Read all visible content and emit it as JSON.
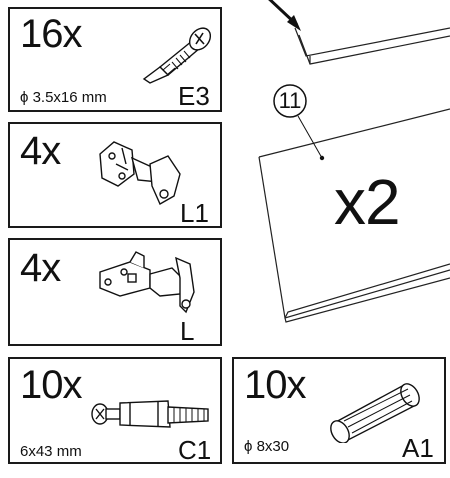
{
  "parts": [
    {
      "id": "E3",
      "qty": "16x",
      "dim": "ϕ 3.5x16 mm",
      "icon": "screw-icon"
    },
    {
      "id": "L1",
      "qty": "4x",
      "dim": "",
      "icon": "hinge-icon"
    },
    {
      "id": "L",
      "qty": "4x",
      "dim": "",
      "icon": "hinge-plate-icon"
    },
    {
      "id": "C1",
      "qty": "10x",
      "dim": "6x43 mm",
      "icon": "cam-bolt-icon"
    },
    {
      "id": "A1",
      "qty": "10x",
      "dim": "ϕ 8x30",
      "icon": "wood-dowel-icon"
    }
  ],
  "panel": {
    "number": "11",
    "qty": "x2"
  }
}
